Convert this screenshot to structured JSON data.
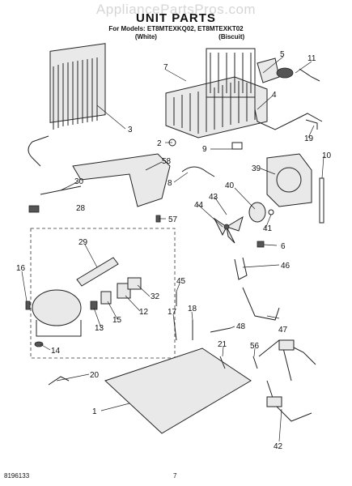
{
  "watermark": "AppliancePartsPros.com",
  "header": {
    "title": "UNIT PARTS",
    "models_line": "For Models: ET8MTEXKQ02, ET8MTEXKT02",
    "variant_white": "(White)",
    "variant_biscuit": "(Biscuit)"
  },
  "footer": {
    "doc_number": "8196133",
    "page_number": "7"
  },
  "callouts": [
    {
      "id": "c1",
      "text": "1"
    },
    {
      "id": "c2",
      "text": "2"
    },
    {
      "id": "c3",
      "text": "3"
    },
    {
      "id": "c4",
      "text": "4"
    },
    {
      "id": "c5",
      "text": "5"
    },
    {
      "id": "c6",
      "text": "6"
    },
    {
      "id": "c7",
      "text": "7"
    },
    {
      "id": "c8",
      "text": "8"
    },
    {
      "id": "c9",
      "text": "9"
    },
    {
      "id": "c10",
      "text": "10"
    },
    {
      "id": "c11",
      "text": "11"
    },
    {
      "id": "c12",
      "text": "12"
    },
    {
      "id": "c13",
      "text": "13"
    },
    {
      "id": "c14",
      "text": "14"
    },
    {
      "id": "c15",
      "text": "15"
    },
    {
      "id": "c16",
      "text": "16"
    },
    {
      "id": "c17",
      "text": "17"
    },
    {
      "id": "c18",
      "text": "18"
    },
    {
      "id": "c19",
      "text": "19"
    },
    {
      "id": "c20",
      "text": "20"
    },
    {
      "id": "c21",
      "text": "21"
    },
    {
      "id": "c28",
      "text": "28"
    },
    {
      "id": "c29",
      "text": "29"
    },
    {
      "id": "c30",
      "text": "30"
    },
    {
      "id": "c32",
      "text": "32"
    },
    {
      "id": "c39",
      "text": "39"
    },
    {
      "id": "c40",
      "text": "40"
    },
    {
      "id": "c41",
      "text": "41"
    },
    {
      "id": "c42",
      "text": "42"
    },
    {
      "id": "c43",
      "text": "43"
    },
    {
      "id": "c44",
      "text": "44"
    },
    {
      "id": "c45",
      "text": "45"
    },
    {
      "id": "c46",
      "text": "46"
    },
    {
      "id": "c47",
      "text": "47"
    },
    {
      "id": "c48",
      "text": "48"
    },
    {
      "id": "c56",
      "text": "56"
    },
    {
      "id": "c57",
      "text": "57"
    },
    {
      "id": "c58",
      "text": "58"
    }
  ]
}
